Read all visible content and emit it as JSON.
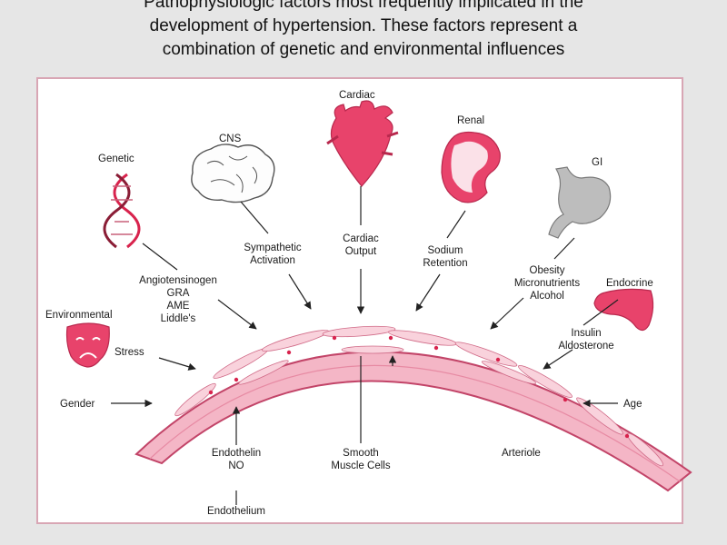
{
  "caption": {
    "line1": "Pathophysiologic factors most frequently implicated in the",
    "line2": "development of hypertension. These factors represent a",
    "line3": "combination of genetic and environmental influences"
  },
  "labels": {
    "cardiac": "Cardiac",
    "cns": "CNS",
    "renal": "Renal",
    "gi": "GI",
    "genetic": "Genetic",
    "endocrine": "Endocrine",
    "environmental": "Environmental",
    "sympathetic_1": "Sympathetic",
    "sympathetic_2": "Activation",
    "cardiac_output_1": "Cardiac",
    "cardiac_output_2": "Output",
    "sodium_1": "Sodium",
    "sodium_2": "Retention",
    "obesity_1": "Obesity",
    "obesity_2": "Micronutrients",
    "obesity_3": "Alcohol",
    "angio_1": "Angiotensinogen",
    "angio_2": "GRA",
    "angio_3": "AME",
    "angio_4": "Liddle's",
    "insulin_1": "Insulin",
    "insulin_2": "Aldosterone",
    "stress": "Stress",
    "gender": "Gender",
    "age": "Age",
    "endothelin_1": "Endothelin",
    "endothelin_2": "NO",
    "smooth_1": "Smooth",
    "smooth_2": "Muscle Cells",
    "arteriole": "Arteriole",
    "endothelium": "Endothelium"
  },
  "colors": {
    "organ": "#e8436b",
    "vessel": "#f4b6c6",
    "vessel_edge": "#c24468",
    "gi": "#b9b9b9",
    "panel_border": "#d8a6b4"
  }
}
